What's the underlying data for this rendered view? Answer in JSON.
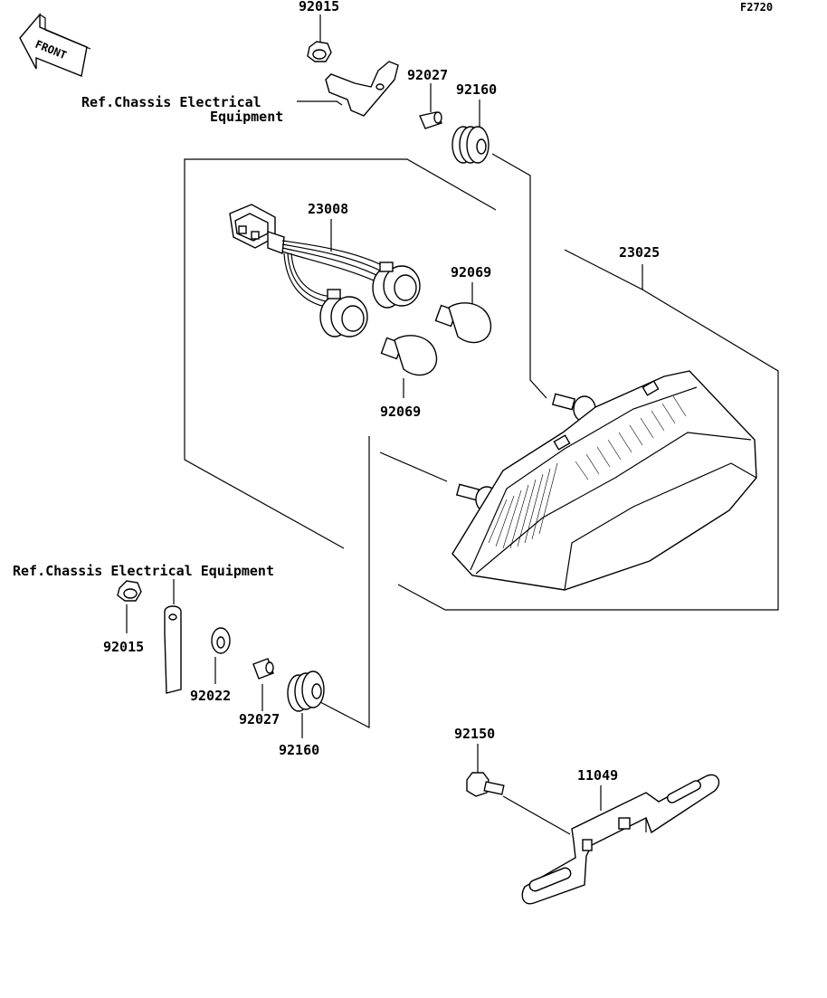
{
  "figure_code": "F2720",
  "front_label": "FRONT",
  "ref_notes": {
    "top_line1": "Ref.Chassis Electrical",
    "top_line2": "Equipment",
    "bottom": "Ref.Chassis Electrical Equipment"
  },
  "parts": {
    "nut_top": "92015",
    "collar_top": "92027",
    "grommet_top": "92160",
    "harness": "23008",
    "bulb_upper": "92069",
    "bulb_lower": "92069",
    "taillight": "23025",
    "nut_bottom": "92015",
    "washer": "92022",
    "collar_bottom": "92027",
    "grommet_bottom": "92160",
    "bolt": "92150",
    "bracket": "11049"
  }
}
